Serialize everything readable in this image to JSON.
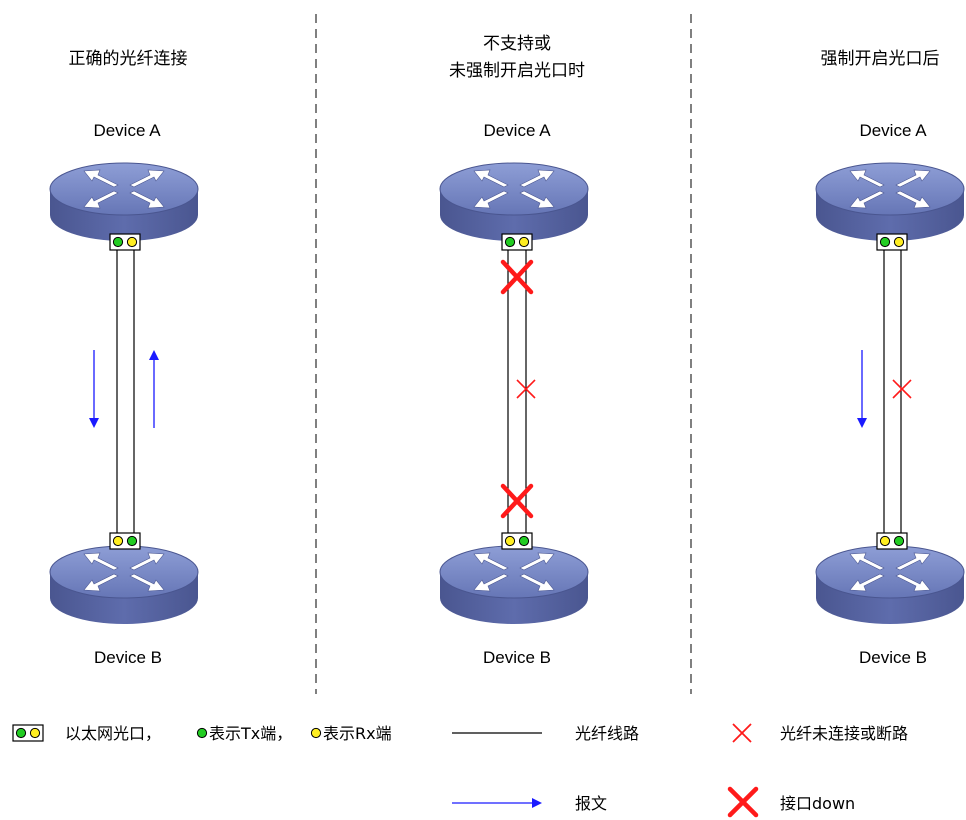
{
  "titles": {
    "col1": "正确的光纤连接",
    "col2_line1": "不支持或",
    "col2_line2": "未强制开启光口时",
    "col3": "强制开启光口后"
  },
  "devices": {
    "top_label": "Device A",
    "bottom_label": "Device B"
  },
  "legend": {
    "port_text": "以太网光口，",
    "tx_text": "表示Tx端，",
    "rx_text": "表示Rx端",
    "fiber_text": "光纤线路",
    "packet_text": "报文",
    "broken_text": "光纤未连接或断路",
    "port_down_text": "接口down"
  },
  "colors": {
    "tx_port": "#22cc22",
    "rx_port": "#ffee22",
    "packet_arrow": "#1a1aff",
    "cross": "#ff1a1a",
    "router_body": "#5a68a8",
    "router_top": "#7a8ac8"
  }
}
